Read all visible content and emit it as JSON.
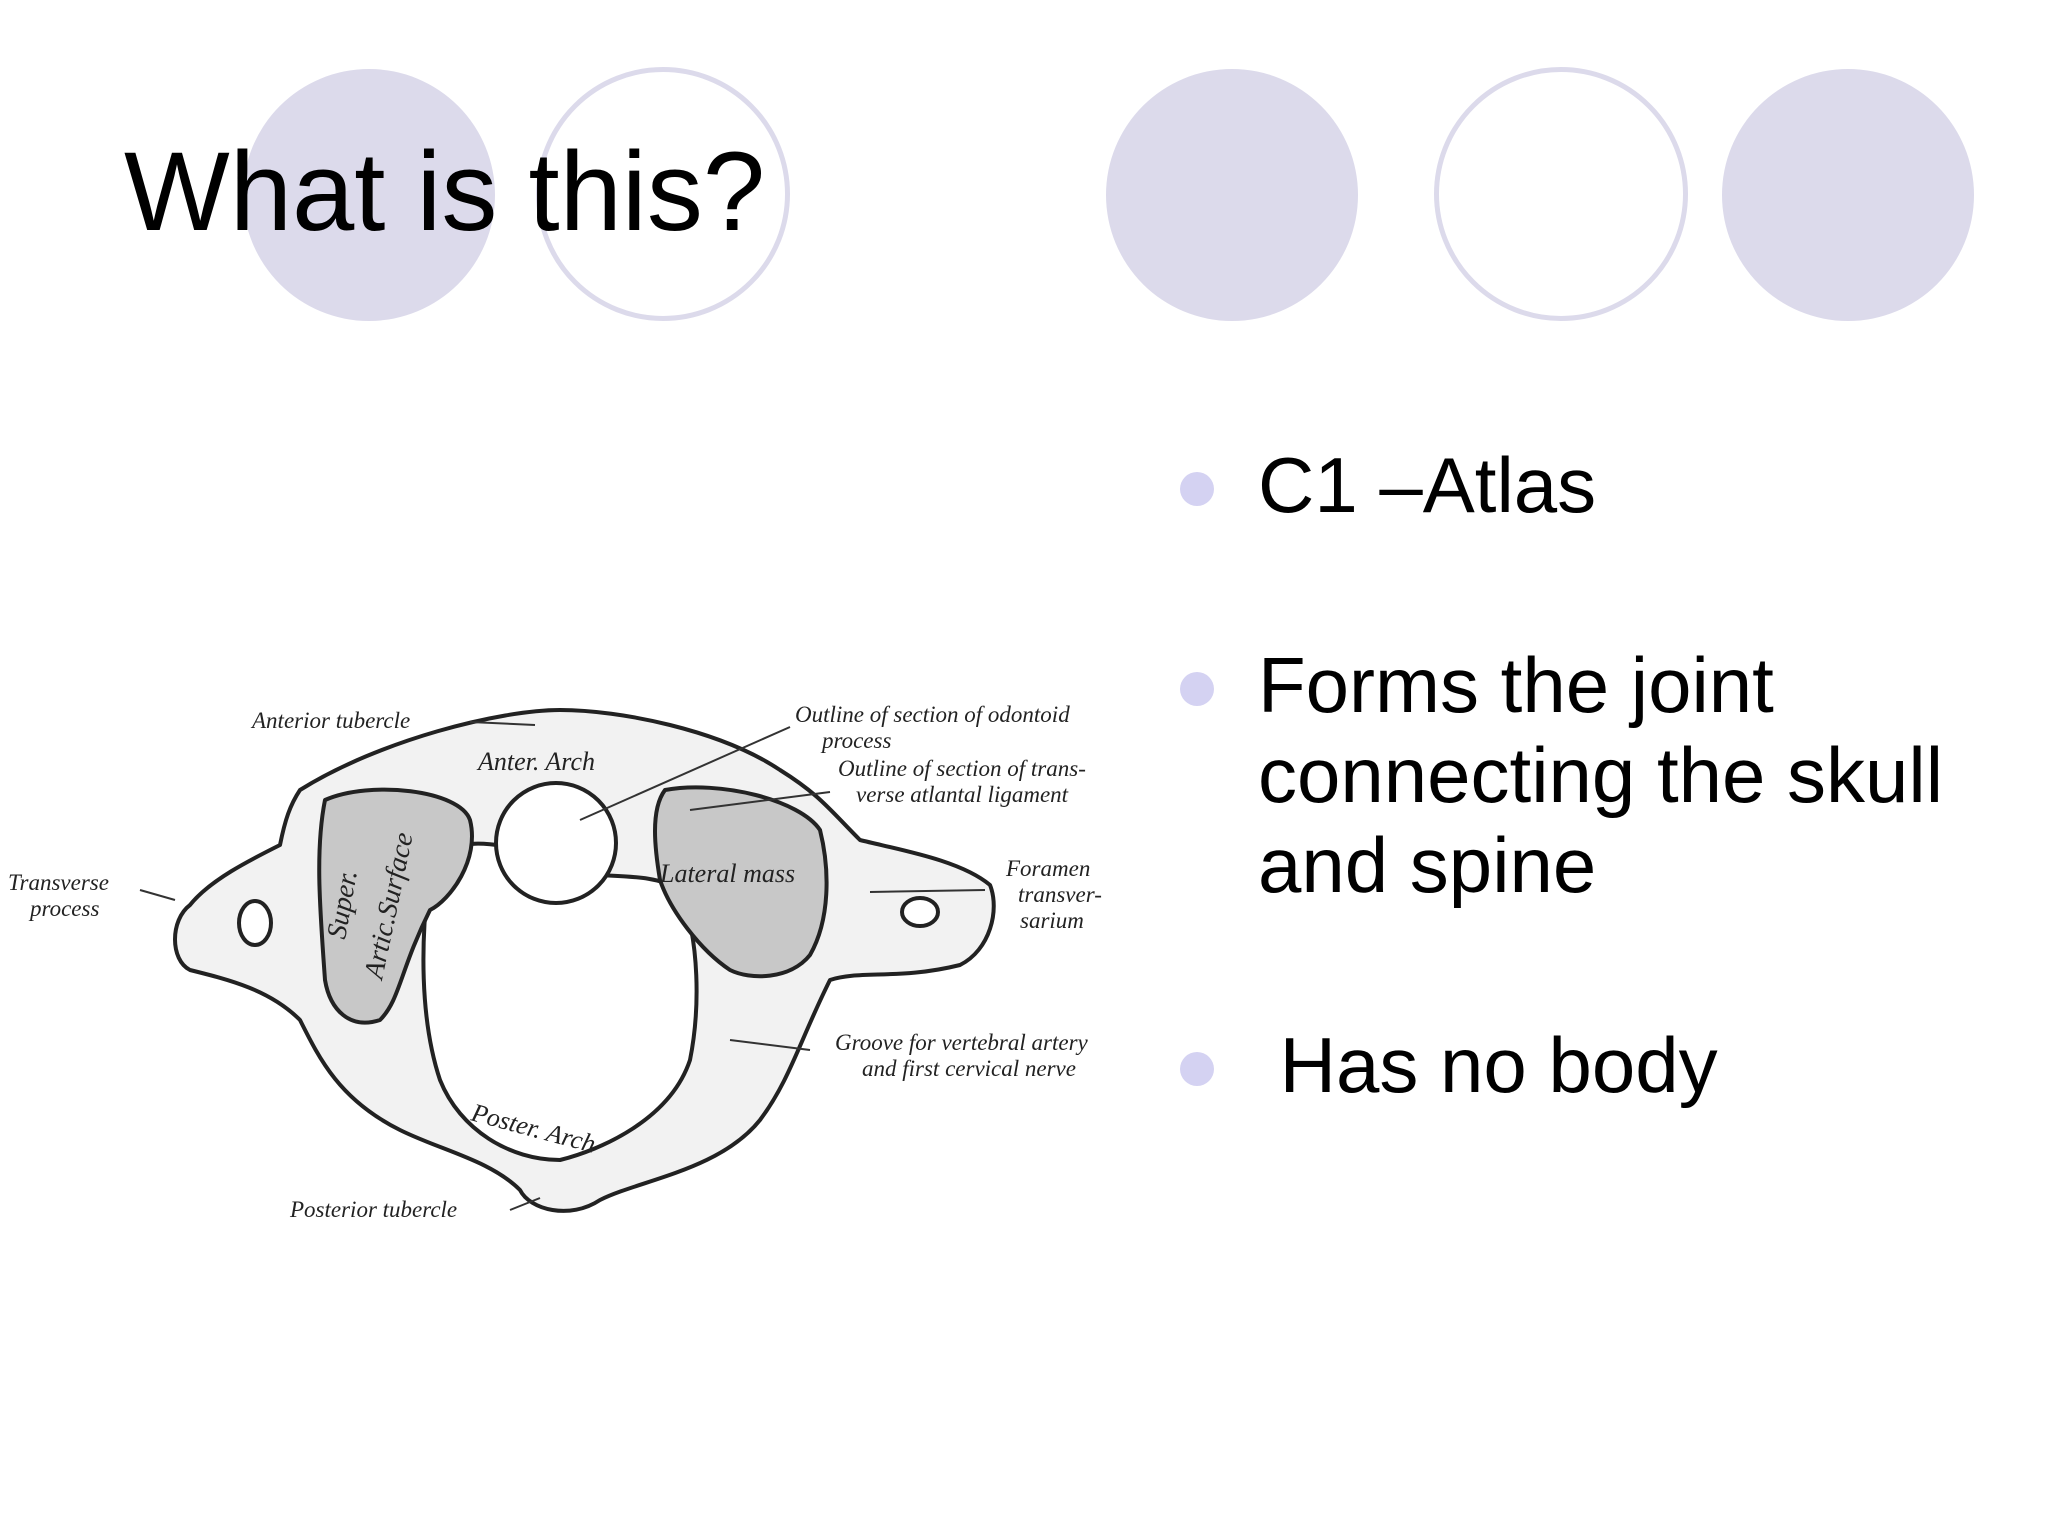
{
  "slide": {
    "title": "What is this?",
    "bullets": [
      "C1 –Atlas",
      "Forms the joint connecting the skull and spine",
      " Has no body"
    ]
  },
  "diagram": {
    "labels": {
      "anterior_tubercle": "Anterior tubercle",
      "anter_arch": "Anter. Arch",
      "odontoid_1": "Outline of section of odontoid",
      "odontoid_2": "process",
      "ligament_1": "Outline of section of trans-",
      "ligament_2": "verse atlantal ligament",
      "transverse_1": "Transverse",
      "transverse_2": "process",
      "super_1": "Super.",
      "super_2": "Artic.Surface",
      "lateral_mass": "Lateral mass",
      "foramen_1": "Foramen",
      "foramen_2": "transver-",
      "foramen_3": "sarium",
      "groove_1": "Groove for vertebral artery",
      "groove_2": "and first cervical nerve",
      "poster_arch": "Poster. Arch",
      "posterior_tubercle": "Posterior tubercle"
    }
  },
  "colors": {
    "decor_circle": "#dcdaeb",
    "bullet_dot": "#d4d2f2",
    "text": "#000000"
  }
}
